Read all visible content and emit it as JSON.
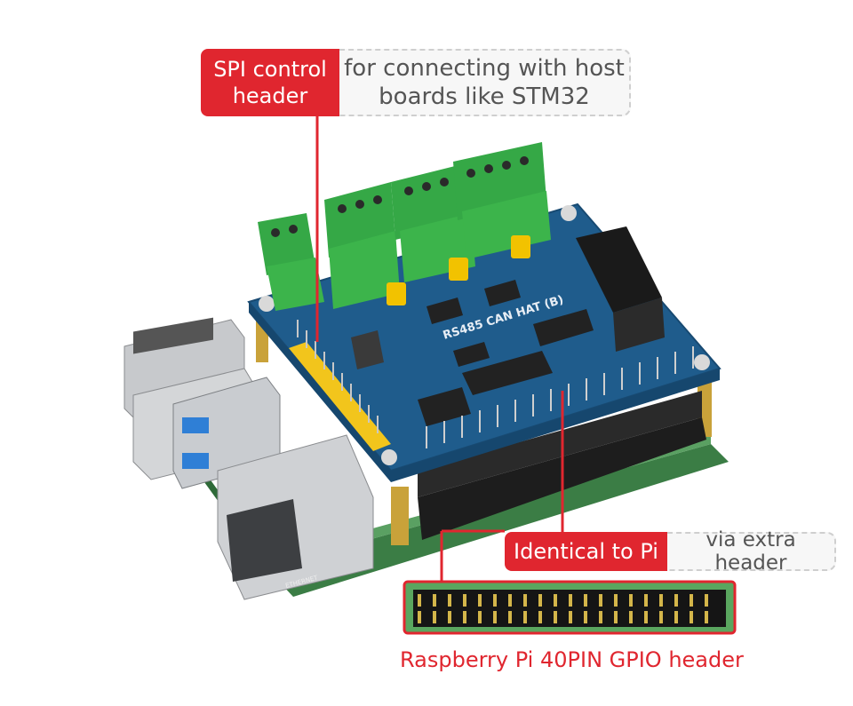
{
  "callouts": {
    "spi": {
      "label_line1": "SPI control",
      "label_line2": "header",
      "desc_line1": "for connecting with host",
      "desc_line2": "boards like STM32"
    },
    "identical": {
      "label": "Identical to Pi",
      "desc": "via extra header"
    }
  },
  "gpio_caption": "Raspberry Pi 40PIN GPIO header",
  "board": {
    "title": "RS485 CAN HAT (B)"
  },
  "colors": {
    "accent": "#e0262f",
    "pcb": "#1f5c8c",
    "terminal": "#3cb44b",
    "pi_pcb": "#3e8a4a",
    "jumper": "#f2c200"
  }
}
